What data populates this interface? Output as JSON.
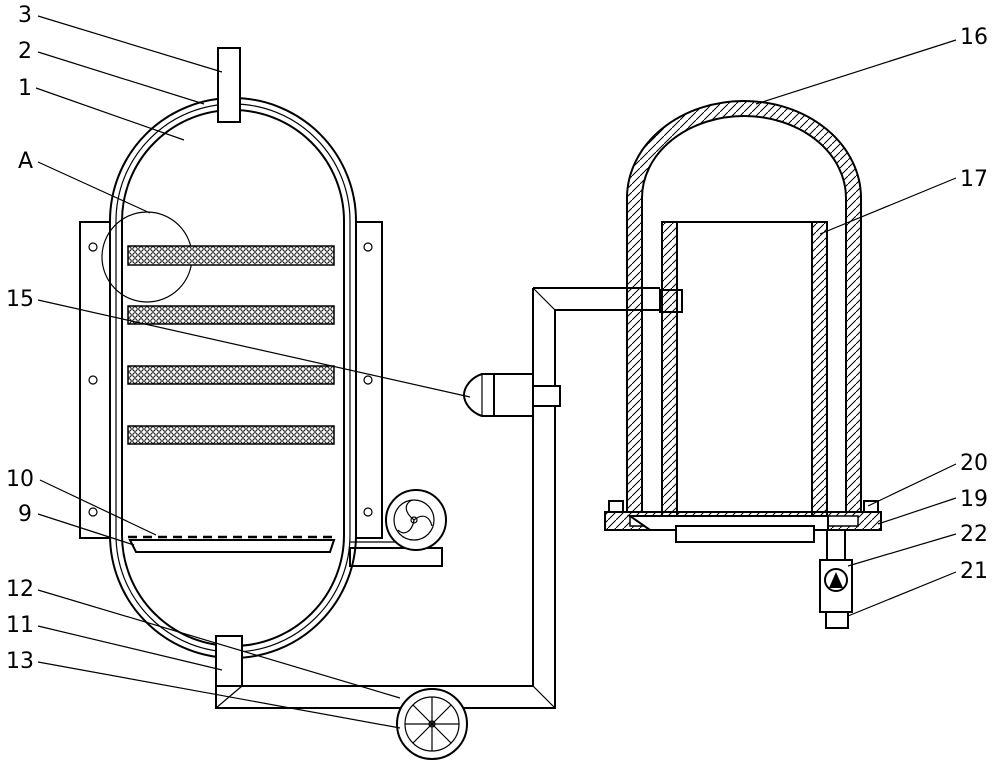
{
  "labels": {
    "l3": "3",
    "l2": "2",
    "l1": "1",
    "lA": "A",
    "l15": "15",
    "l10": "10",
    "l9": "9",
    "l12": "12",
    "l11": "11",
    "l13": "13",
    "l16": "16",
    "l17": "17",
    "l20": "20",
    "l19": "19",
    "l22": "22",
    "l21": "21"
  }
}
